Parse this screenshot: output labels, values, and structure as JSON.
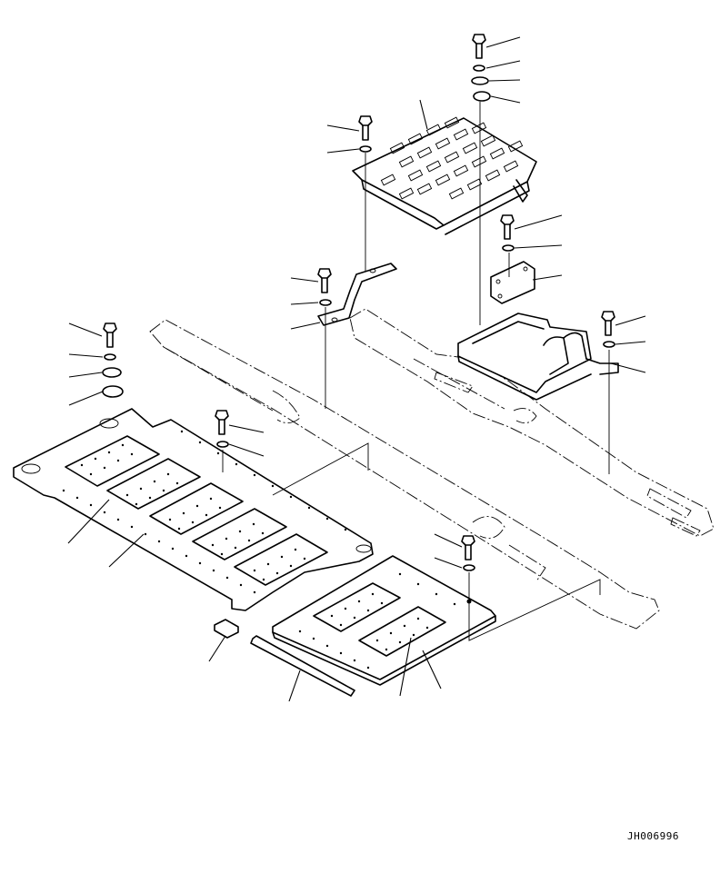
{
  "document": {
    "drawing_code": "JH006996"
  },
  "diagram": {
    "type": "exploded-parts-view",
    "part_count": 29,
    "colors": {
      "line": "#000000",
      "background": "#ffffff"
    }
  }
}
